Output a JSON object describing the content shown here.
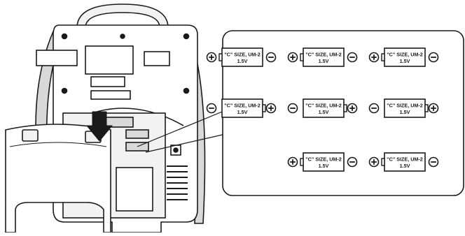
{
  "battery_label": {
    "size_text": "\"C\" SIZE, UM-2",
    "voltage_text": "1.5V"
  },
  "battery_slots": [
    {
      "row": 1,
      "col": 1,
      "positive_side": "left"
    },
    {
      "row": 1,
      "col": 2,
      "positive_side": "left"
    },
    {
      "row": 1,
      "col": 3,
      "positive_side": "left"
    },
    {
      "row": 2,
      "col": 1,
      "positive_side": "right"
    },
    {
      "row": 2,
      "col": 2,
      "positive_side": "right"
    },
    {
      "row": 2,
      "col": 3,
      "positive_side": "right"
    },
    {
      "row": 3,
      "col": 2,
      "positive_side": "left"
    },
    {
      "row": 3,
      "col": 3,
      "positive_side": "left"
    }
  ],
  "colors": {
    "line": "#1a1a1a",
    "background": "#ffffff",
    "fill_light": "#f2f2f2",
    "fill_mid": "#d9d9d9"
  }
}
